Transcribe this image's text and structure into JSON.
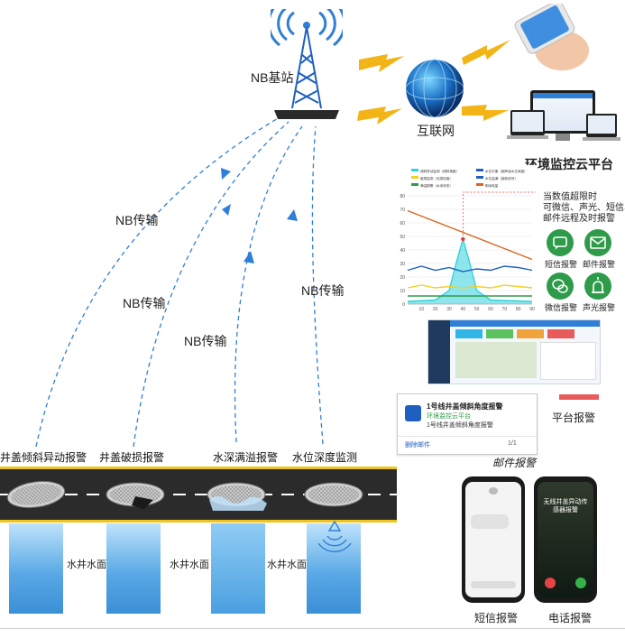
{
  "tower": {
    "label": "NB基站"
  },
  "internet": {
    "label": "互联网"
  },
  "platform": {
    "label": "环境监控云平台"
  },
  "transmission": {
    "labels": [
      "NB传输",
      "NB传输",
      "NB传输",
      "NB传输"
    ]
  },
  "sensors": [
    {
      "label": "井盖倾斜异动报警"
    },
    {
      "label": "井盖破损报警"
    },
    {
      "label": "水深满溢报警"
    },
    {
      "label": "水位深度监测"
    }
  ],
  "well": {
    "label": "水井水面"
  },
  "chart_data": {
    "type": "line",
    "title": "",
    "legend": [
      "倾斜异动监测（倾斜角度）",
      "水位平衡（超声波水位深度）",
      "破损监测（无感铰度）",
      "水位溢满（接收信号）",
      "满溢报警（水深状态）",
      "剩余电量"
    ],
    "x_ticks": [
      10,
      20,
      30,
      40,
      50,
      60,
      70,
      80,
      90
    ],
    "y_ticks": [
      0,
      10,
      20,
      30,
      40,
      50,
      60,
      70,
      80
    ],
    "ylim": [
      0,
      80
    ],
    "xlim": [
      0,
      90
    ],
    "series": [
      {
        "name": "剩余电量",
        "color": "#d9651b",
        "x": [
          0,
          90
        ],
        "y": [
          69,
          33
        ]
      },
      {
        "name": "倾斜异动监测（倾斜角度）",
        "color": "#32d2dc",
        "x": [
          0,
          20,
          30,
          35,
          40,
          45,
          50,
          60,
          90
        ],
        "y": [
          2,
          3,
          10,
          30,
          48,
          30,
          10,
          3,
          2
        ]
      },
      {
        "name": "水位平衡（超声波水位深度）",
        "color": "#1f5fbf",
        "x": [
          0,
          10,
          20,
          30,
          40,
          50,
          60,
          70,
          80,
          90
        ],
        "y": [
          25,
          28,
          25,
          27,
          24,
          26,
          25,
          28,
          27,
          25
        ]
      },
      {
        "name": "破损监测（无感铰度）",
        "color": "#f2d027",
        "x": [
          0,
          10,
          20,
          30,
          40,
          50,
          60,
          70,
          80,
          90
        ],
        "y": [
          12,
          14,
          12,
          13,
          12,
          13,
          12,
          14,
          13,
          12
        ]
      },
      {
        "name": "满溢报警（水深状态）",
        "color": "#2e9b4a",
        "x": [
          0,
          90
        ],
        "y": [
          6,
          6
        ]
      }
    ],
    "threshold_marker": {
      "x": 40,
      "y": 48
    }
  },
  "alerts": {
    "description": "当数值超限时\n可微信、声光、短信、\n邮件远程及时报警",
    "items": [
      {
        "label": "短信报警",
        "icon": "sms-icon"
      },
      {
        "label": "邮件报警",
        "icon": "mail-icon"
      },
      {
        "label": "微信报警",
        "icon": "wechat-icon"
      },
      {
        "label": "声光报警",
        "icon": "siren-icon"
      }
    ]
  },
  "platform_alarm": {
    "label": "平台报警"
  },
  "email_alarm": {
    "label": "邮件报警",
    "title": "1号线井盖倾斜角度报警",
    "sender": "环境监控云平台",
    "body": "1号线井盖倾斜角度报警",
    "delete": "删除邮件",
    "pager": "1/1"
  },
  "sms_alarm": {
    "label": "短信报警"
  },
  "call_alarm": {
    "label": "电话报警",
    "caller": "无线井盖异动传感器报警"
  },
  "colors": {
    "dash_blue": "#2f7fd6",
    "road": "#2b2b2b",
    "lightning": "#f3b417",
    "alarm_green": "#2e9b4a"
  }
}
